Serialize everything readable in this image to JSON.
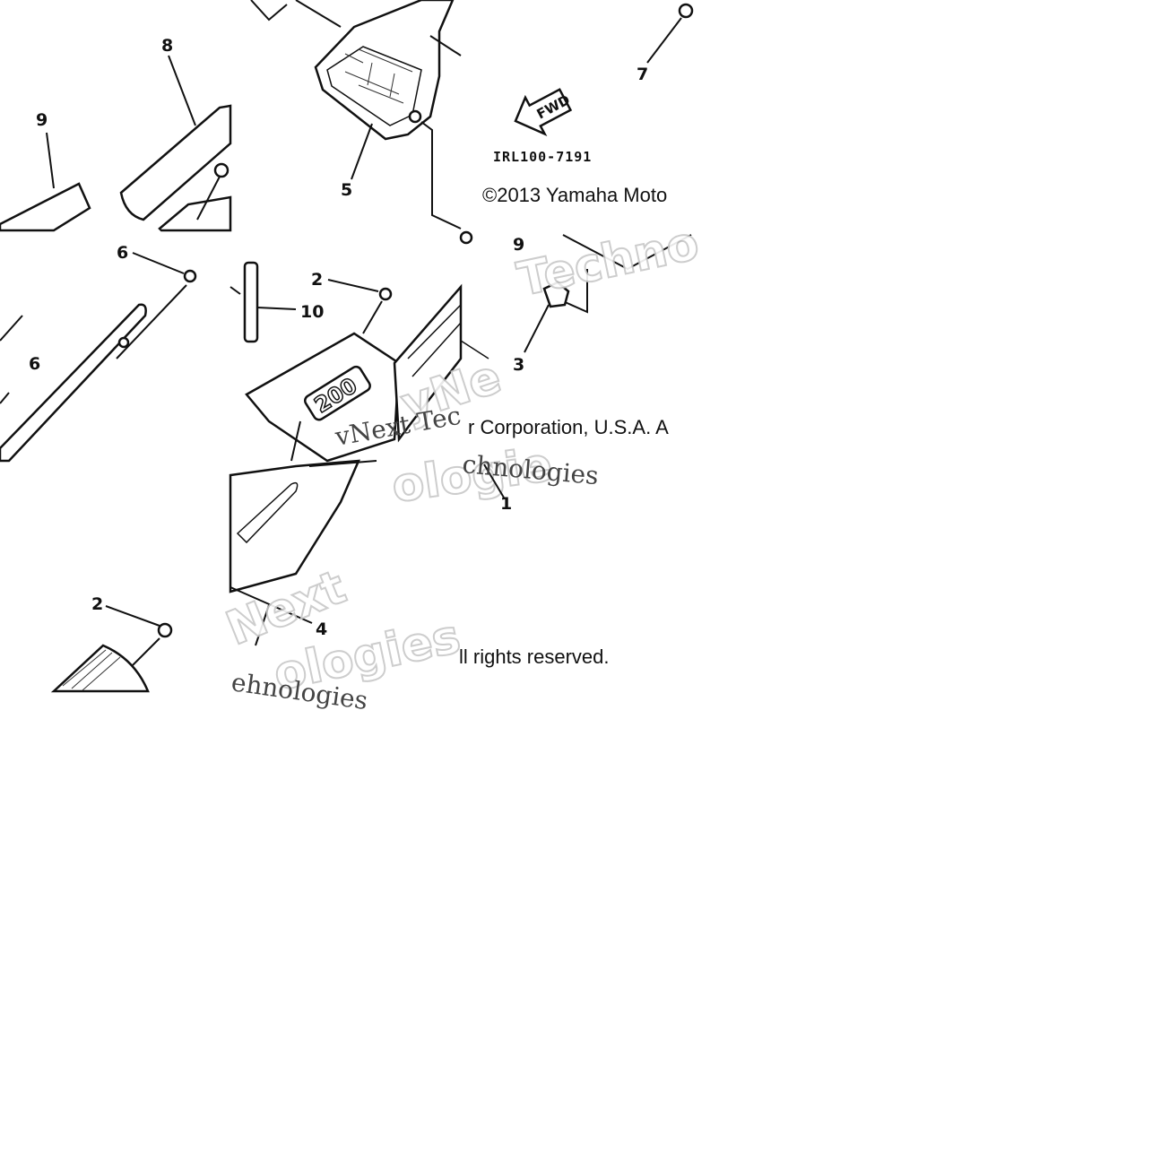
{
  "callouts": {
    "c1": "1",
    "c2a": "2",
    "c2b": "2",
    "c3": "3",
    "c4": "4",
    "c5": "5",
    "c6a": "6",
    "c6b": "6",
    "c7": "7",
    "c8": "8",
    "c9a": "9",
    "c9b": "9",
    "c10": "10"
  },
  "arrow_label": "FWD",
  "badge_label": "200",
  "diagram_code": "IRL100-7191",
  "copyright": {
    "seg1": "©2013 Yamaha Moto",
    "seg2": "r Corporation, U.S.A. A",
    "seg3": "ll rights reserved."
  },
  "watermarks": {
    "w1": "Techno",
    "w2": "vNext Tec",
    "w3": "chnologies",
    "w4": "Next",
    "w5": "ologies",
    "w6": "ehnologies",
    "w7": "yNe",
    "w8": "ologie"
  }
}
